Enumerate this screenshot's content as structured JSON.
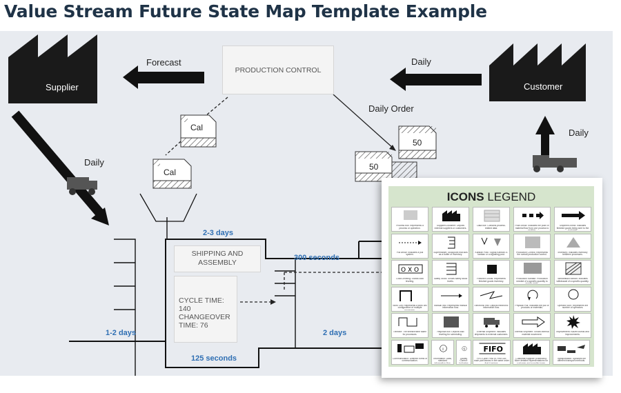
{
  "title": "Value Stream Future State Map Template Example",
  "supplier_label": "Supplier",
  "customer_label": "Customer",
  "production_control": "PRODUCTION CONTROL",
  "forecast": "Forecast",
  "daily_top": "Daily",
  "daily_order": "Daily Order",
  "daily_left": "Daily",
  "daily_right": "Daily",
  "kanban_cal_1": "Cal",
  "kanban_cal_2": "Cal",
  "kanban_50_1": "50",
  "kanban_50_2": "50",
  "shipping": "SHIPPING AND ASSEMBLY",
  "cycle_time": "CYCLE TIME: 140",
  "changeover": "CHANGEOVER",
  "changeover_time": "TIME: 76",
  "timeline": {
    "d1": "2-3 days",
    "s1": "300 seconds",
    "d2": "1-2 days",
    "d3": "2 days",
    "s2": "125 seconds"
  },
  "legend": {
    "title_bold": "ICONS",
    "title_rest": " LEGEND",
    "items": [
      {
        "label": "Process box: Represents a process or operation."
      },
      {
        "label": "Supplier/Customer: Depicts external suppliers or customers."
      },
      {
        "label": "Data box: Contains process-related data."
      },
      {
        "label": "Push Arrow: Indicates the push of material flow from one process to another."
      },
      {
        "label": "Shipment Arrow: Indicates finished goods being sent to the customer."
      },
      {
        "label": "Pull arrow: Indicates a pull system."
      },
      {
        "label": "Supermarket: Stockpoint that acts as a buffer of inventory."
      },
      {
        "label": "Kanban Post / Signal Kanban: A kanban or a signaling post."
      },
      {
        "label": "Production Control: Represents the overall production control."
      },
      {
        "label": "Inventory: Indicates inventory between processes."
      },
      {
        "label": "Load Leveling: Shows load leveling."
      },
      {
        "label": "Safety Stock: Shows safety stock levels."
      },
      {
        "label": "Finished Goods: Represents finished goods inventory."
      },
      {
        "label": "Production Kanban: Production needed of a specific quantity to supply parts."
      },
      {
        "label": "Withdrawal Kanban: Indicates withdrawal of a specific quantity."
      },
      {
        "label": "Work Cell: Represents a work cell configuration of multiple processes."
      },
      {
        "label": "Manual Info: Represents manual information flow."
      },
      {
        "label": "Electronic Info: Depicts electronic information flow."
      },
      {
        "label": "Physical Pull: Indicates the pull of products or materials."
      },
      {
        "label": "Operator Icon: Represents the number of operators."
      },
      {
        "label": "Timeline: The timeline/time taken for processes."
      },
      {
        "label": "Heijunka box: Depicts load leveling for scheduling."
      },
      {
        "label": "External Shipment: Indicates shipments to external customers."
      },
      {
        "label": "Internal Shipment: Shows internal material movement."
      },
      {
        "label": "Improvement: Kaizen bursts and improvements."
      },
      {
        "label": "Communication: Different forms of communication."
      },
      {
        "label": "Information: Data, standard information flow."
      },
      {
        "label": "Quality Control: Indicates quality control points."
      },
      {
        "label": "FIFO Lane: First In, First Out: each part leaves in the same order that it arrives."
      },
      {
        "label": "Customer/Supplier (Extended): More detailed representations for customer and supplier types."
      },
      {
        "label": "Transportation: Specifies the different transport methods."
      }
    ],
    "fifo": "FIFO"
  }
}
